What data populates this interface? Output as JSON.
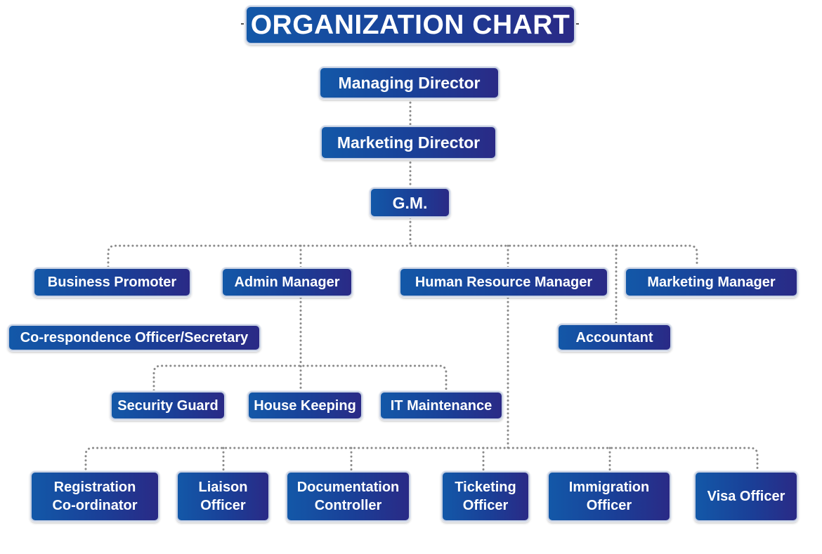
{
  "title": "ORGANIZATION CHART",
  "nodes": {
    "managing_director": "Managing Director",
    "marketing_director": "Marketing Director",
    "gm": "G.M.",
    "business_promoter": "Business Promoter",
    "admin_manager": "Admin Manager",
    "hr_manager": "Human Resource Manager",
    "marketing_manager": "Marketing Manager",
    "correspondence_officer": "Co-respondence Officer/Secretary",
    "accountant": "Accountant",
    "security_guard": "Security Guard",
    "house_keeping": "House Keeping",
    "it_maintenance": "IT Maintenance",
    "registration_coordinator": [
      "Registration",
      "Co-ordinator"
    ],
    "liaison_officer": [
      "Liaison",
      "Officer"
    ],
    "documentation_controller": [
      "Documentation",
      "Controller"
    ],
    "ticketing_officer": [
      "Ticketing",
      "Officer"
    ],
    "immigration_officer": [
      "Immigration",
      "Officer"
    ],
    "visa_officer": "Visa Officer"
  },
  "colors": {
    "box_gradient_start": "#1358a8",
    "box_gradient_end": "#2a2a86",
    "box_border": "#c9d2e3",
    "connector": "#8a8a8a",
    "text": "#ffffff"
  }
}
